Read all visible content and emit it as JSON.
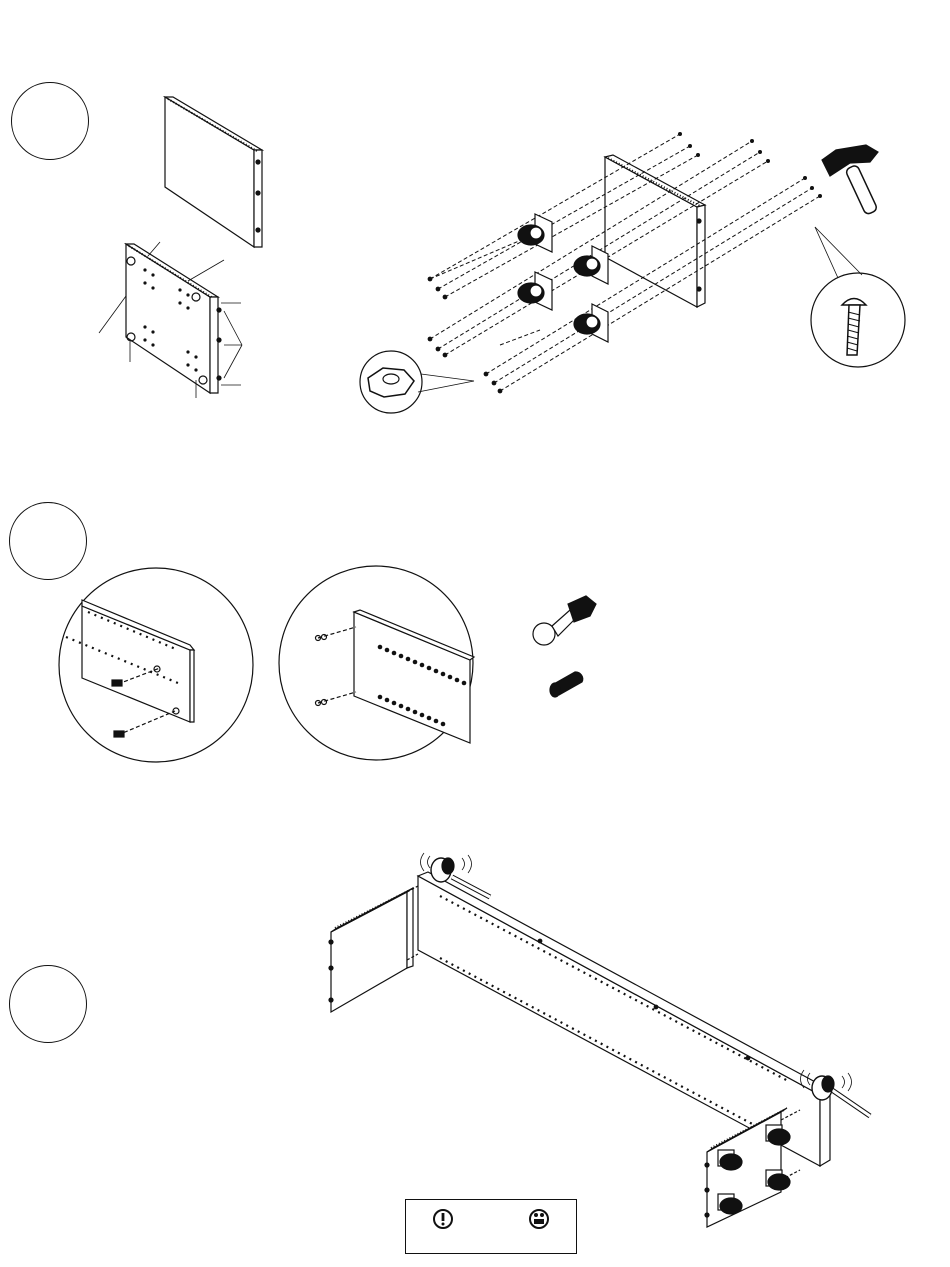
{
  "steps": [
    {
      "id": "step-1",
      "number": ""
    },
    {
      "id": "step-2",
      "number": ""
    },
    {
      "id": "step-3",
      "number": ""
    }
  ],
  "icons": {
    "hammer": "hammer-icon",
    "screwdriver": "screwdriver-icon",
    "dowel": "dowel-icon",
    "caution": "caution-icon",
    "assistance": "assistance-icon",
    "hex_nut": "hex-nut-icon",
    "carriage_bolt": "carriage-bolt-icon",
    "caster": "caster-wheel-icon"
  },
  "colors": {
    "ink": "#111111",
    "paper": "#ffffff"
  }
}
